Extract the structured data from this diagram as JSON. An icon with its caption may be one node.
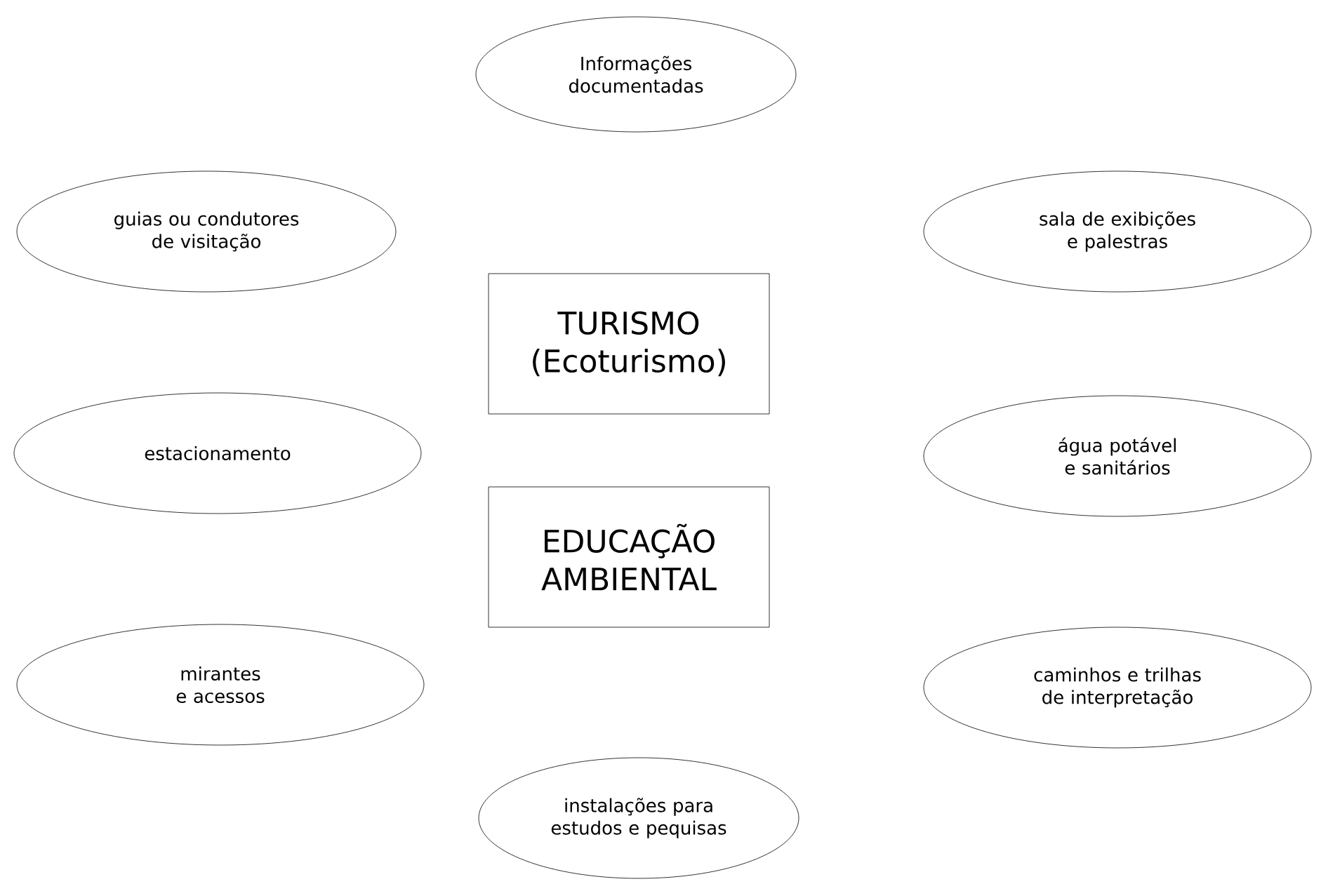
{
  "diagram": {
    "nodes": [
      {
        "text": [
          "Informações documentadas"
        ]
      },
      {
        "text": [
          "guias ou condutores de visitação"
        ]
      },
      {
        "text": [
          "sala de exibições e palestras"
        ]
      },
      {
        "text": [
          "TURISMO (Ecoturismo)"
        ]
      },
      {
        "text": [
          "estacionamento"
        ]
      },
      {
        "text": [
          "água potável e sanitários"
        ]
      },
      {
        "text": [
          "EDUCAÇÃO AMBIENTAL"
        ]
      },
      {
        "text": [
          "mirantes e acessos"
        ]
      },
      {
        "text": [
          "caminhos e trilhas de interpretação"
        ]
      },
      {
        "text": [
          "instalações para estudos e pequisas"
        ]
      }
    ]
  }
}
